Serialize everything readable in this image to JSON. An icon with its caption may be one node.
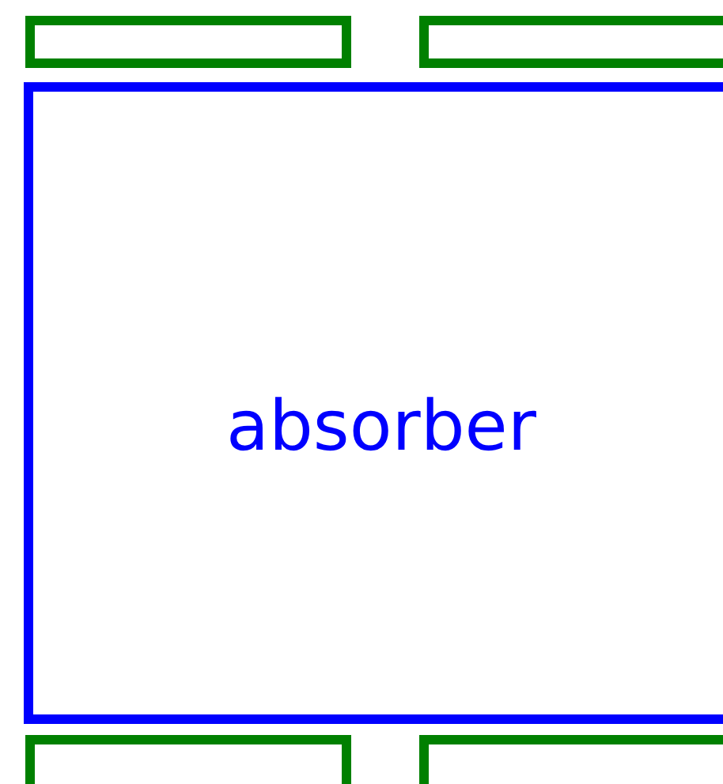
{
  "diagram": {
    "nodes": [
      {
        "text": [],
        "shape": "box"
      },
      {
        "text": [],
        "shape": "box"
      },
      {
        "text": [
          "absorber"
        ]
      },
      {
        "text": [],
        "shape": "box"
      },
      {
        "text": [],
        "shape": "box"
      }
    ]
  }
}
